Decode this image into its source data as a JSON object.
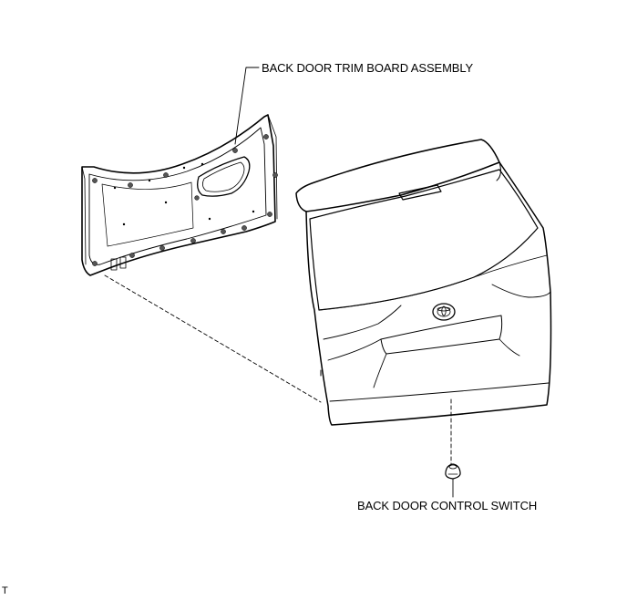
{
  "labels": {
    "trim_board": "BACK DOOR TRIM BOARD ASSEMBLY",
    "control_switch": "BACK DOOR CONTROL SWITCH",
    "corner_mark": "T"
  }
}
